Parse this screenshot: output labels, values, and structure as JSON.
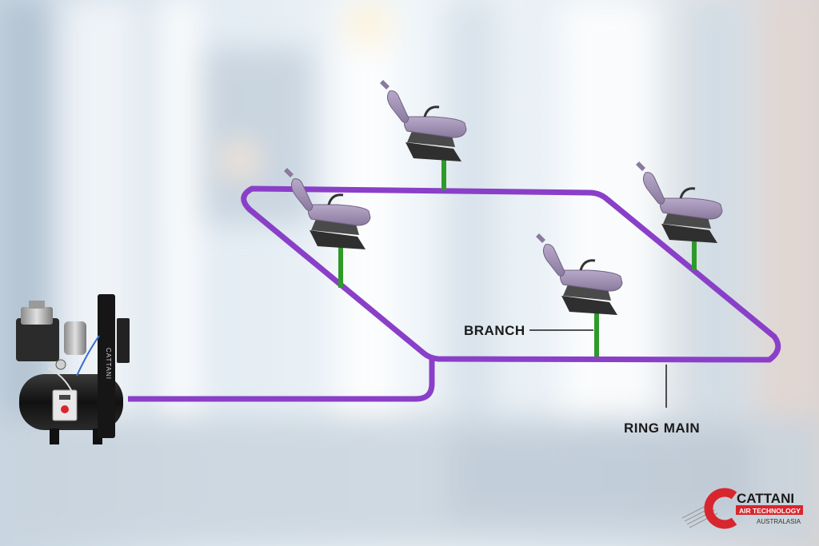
{
  "labels": {
    "branch": "BRANCH",
    "ring_main": "RING MAIN"
  },
  "compressor": {
    "brand_text": "CATTANI"
  },
  "logo": {
    "name": "CATTANI",
    "tagline": "AIR TECHNOLOGY",
    "region": "AUSTRALASIA"
  },
  "colors": {
    "ring_main": "#8a3fc8",
    "branch": "#2e9a2a",
    "chair": "#a492b8",
    "chair_base": "#3a3a3a",
    "logo_red": "#d8262e"
  },
  "diagram": {
    "chairs": 4,
    "branches": 4
  }
}
